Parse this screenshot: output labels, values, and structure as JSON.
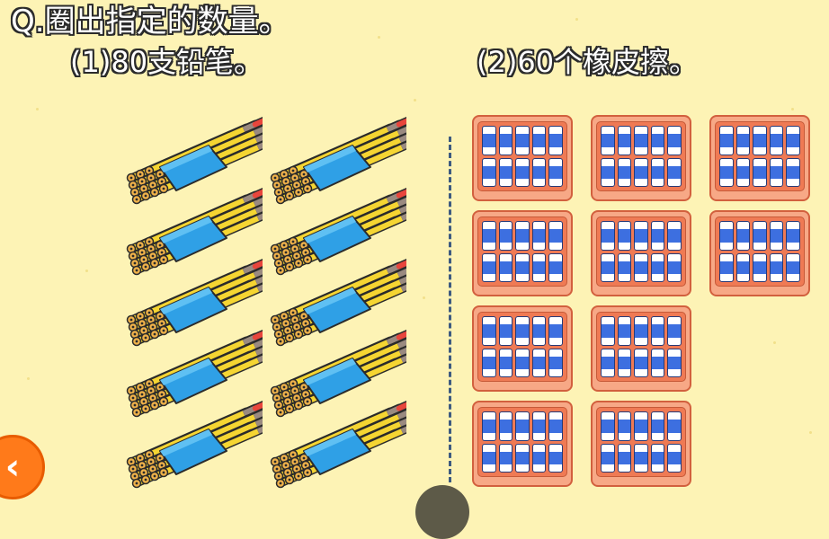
{
  "title": "Q.圈出指定的数量。",
  "part1": {
    "label": "(1)80支铅笔。",
    "bundle_count": 10
  },
  "part2": {
    "label": "(2)60个橡皮擦。",
    "box_count": 10,
    "erasers_per_box": 10
  },
  "colors": {
    "background": "#fdf3b5",
    "pencil_body": "#f5d532",
    "pencil_band": "#2fa0e6",
    "eraser_box": "#ef7a54",
    "eraser_blue": "#3d6fe0",
    "back_button": "#ff7a1a"
  },
  "icons": {
    "back": "back-arrow-icon"
  }
}
